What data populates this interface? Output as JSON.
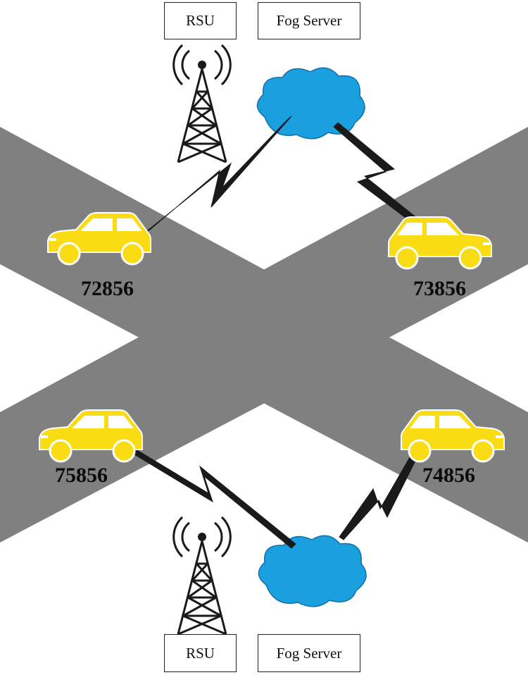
{
  "labels": {
    "top_rsu": "RSU",
    "top_fog": "Fog Server",
    "bottom_rsu": "RSU",
    "bottom_fog": "Fog Server"
  },
  "cars": {
    "top_left": "72856",
    "top_right": "73856",
    "bottom_left": "75856",
    "bottom_right": "74856"
  },
  "colors": {
    "road": "#808080",
    "car_body": "#fadc14",
    "car_outline": "#ffffff",
    "cloud": "#1aa0df",
    "link": "#1a1a1a",
    "tower": "#1a1a1a"
  }
}
